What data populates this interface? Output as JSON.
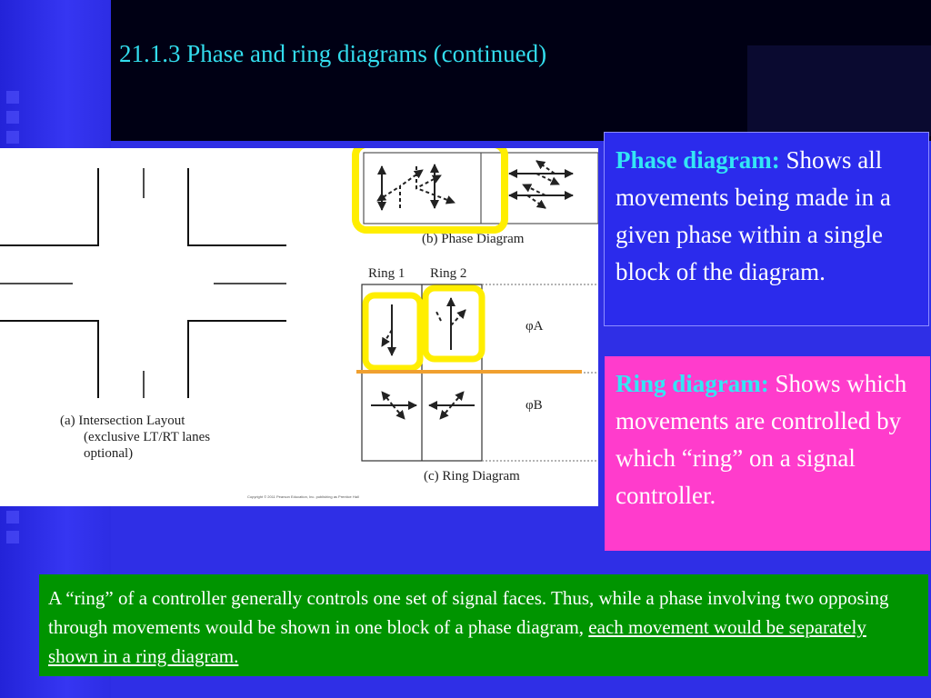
{
  "title": "21.1.3 Phase and ring diagrams (continued)",
  "figure": {
    "label_a_1": "(a) Intersection Layout",
    "label_a_2": "(exclusive LT/RT lanes",
    "label_a_3": "optional)",
    "label_b": "(b) Phase Diagram",
    "ring1": "Ring 1",
    "ring2": "Ring 2",
    "phase_a": "φA",
    "phase_b": "φB",
    "label_c": "(c) Ring Diagram",
    "copyright": "Copyright © 2011 Pearson Education, Inc. publishing as Prentice Hall"
  },
  "phase_box": {
    "heading": "Phase diagram:",
    "body": " Shows all movements being made in a given phase within a single block of the diagram."
  },
  "ring_box": {
    "heading": "Ring diagram:",
    "body": " Shows which movements are controlled by which “ring” on a signal controller."
  },
  "footer": {
    "text": "A “ring” of a controller generally controls one set of signal faces. Thus, while a phase involving two opposing through movements would be shown in one block of a phase diagram, ",
    "underlined": "each movement would be separately shown in a ring diagram."
  },
  "colors": {
    "highlight": "#ffee00",
    "title": "#33ddee",
    "phase_bg": "#2b2bec",
    "ring_bg": "#ff3ccc",
    "footer_bg": "#009400"
  }
}
